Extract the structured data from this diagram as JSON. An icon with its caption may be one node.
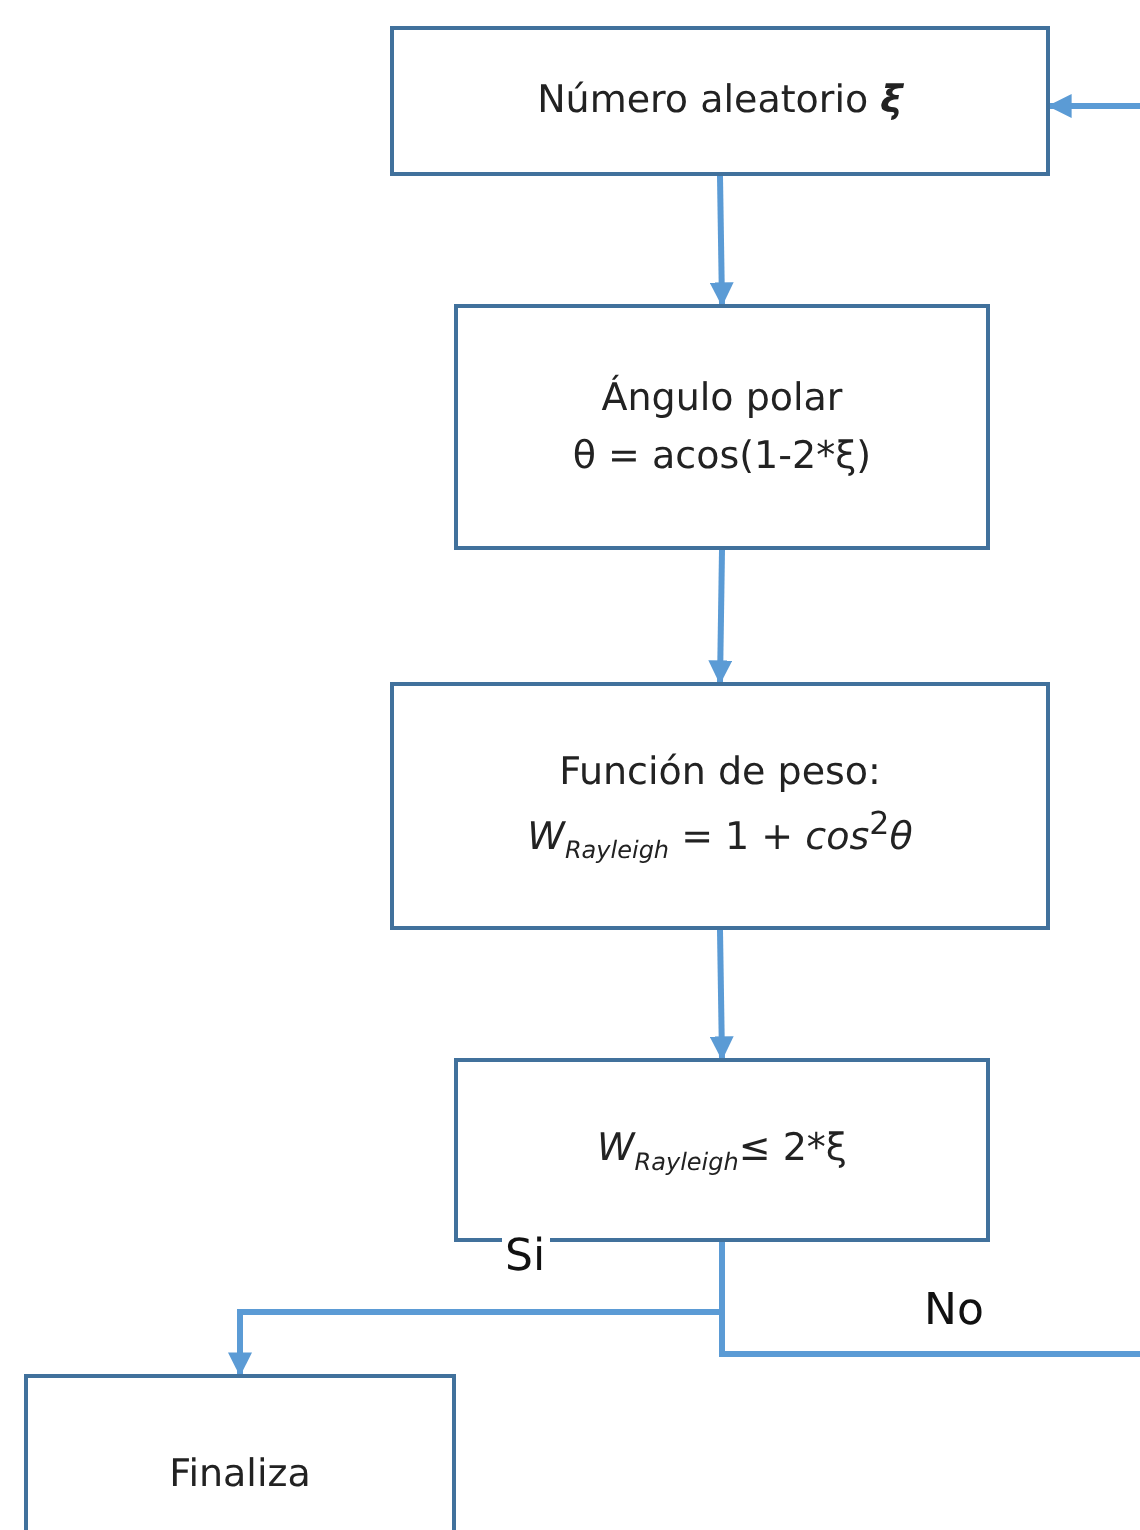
{
  "diagram": {
    "nodes": [
      {
        "text": [
          "Número aleatorio **ξ**"
        ]
      },
      {
        "text": [
          "Ángulo polar",
          "θ = acos(1-2*ξ)"
        ]
      },
      {
        "text": [
          "Función de peso:",
          "*W*$_{Rayleigh}$ = 1 + *cos*$^{2}$*θ*"
        ]
      },
      {
        "text": [
          "*W*$_{Rayleigh}$≤ 2*ξ"
        ]
      },
      {
        "text": [
          "Finaliza"
        ]
      }
    ],
    "edges": [
      {
        "from": 0,
        "to": 1,
        "arrow": "to"
      },
      {
        "from": 1,
        "to": 2,
        "arrow": "to"
      },
      {
        "from": 2,
        "to": 3,
        "arrow": "to"
      },
      {
        "from": 3,
        "to": 4,
        "arrow": "to",
        "label": "Si"
      },
      {
        "from": 3,
        "to": null,
        "arrow": "none",
        "label": "No"
      },
      {
        "from": null,
        "to": 0,
        "arrow": "to"
      }
    ]
  }
}
